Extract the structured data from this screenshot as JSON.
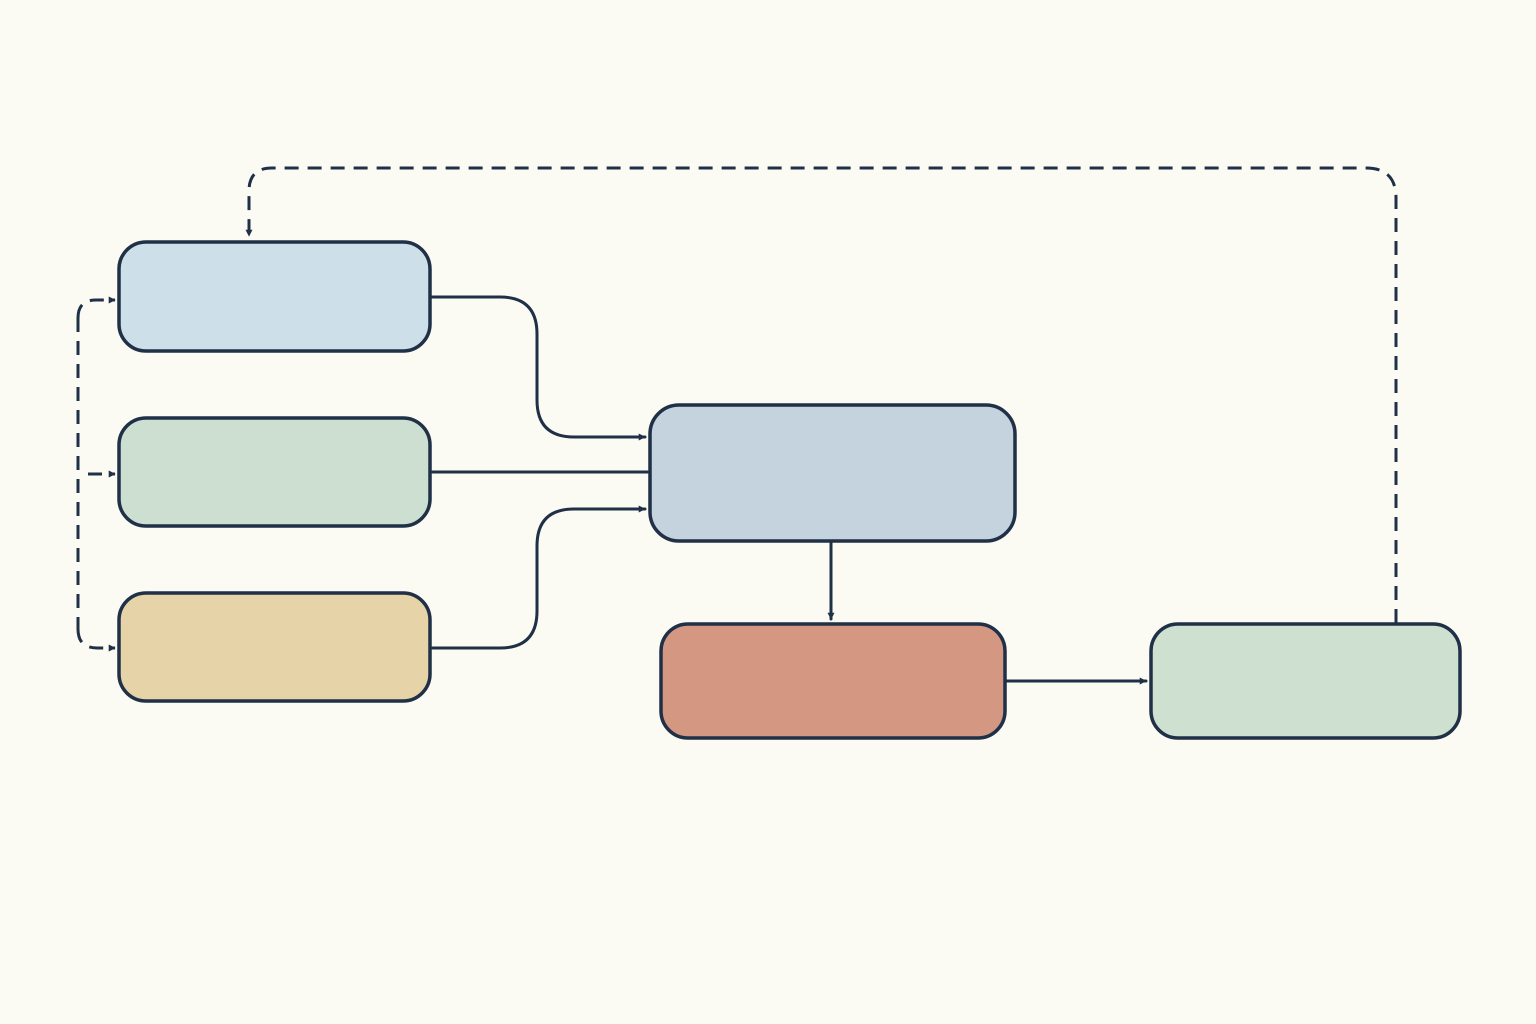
{
  "diagram": {
    "type": "flowchart",
    "background_color": "#fcfbf3",
    "line_color": "#1f3047",
    "nodes": [
      {
        "id": "input-a",
        "label": "",
        "fill": "#cddfe9"
      },
      {
        "id": "input-b",
        "label": "",
        "fill": "#cddfd0"
      },
      {
        "id": "input-c",
        "label": "",
        "fill": "#e6d4a8"
      },
      {
        "id": "hub",
        "label": "",
        "fill": "#c5d3de"
      },
      {
        "id": "process",
        "label": "",
        "fill": "#d49882"
      },
      {
        "id": "output",
        "label": "",
        "fill": "#cee0d0"
      }
    ],
    "edges": [
      {
        "from": "input-a",
        "to": "hub",
        "style": "solid"
      },
      {
        "from": "input-b",
        "to": "hub",
        "style": "solid"
      },
      {
        "from": "input-c",
        "to": "hub",
        "style": "solid"
      },
      {
        "from": "hub",
        "to": "process",
        "style": "solid"
      },
      {
        "from": "process",
        "to": "output",
        "style": "solid"
      },
      {
        "from": "output",
        "to": "input-a",
        "style": "dashed"
      },
      {
        "from": "feedback-rail",
        "to": "input-a",
        "style": "dashed"
      },
      {
        "from": "feedback-rail",
        "to": "input-b",
        "style": "dashed"
      },
      {
        "from": "feedback-rail",
        "to": "input-c",
        "style": "dashed"
      }
    ]
  }
}
